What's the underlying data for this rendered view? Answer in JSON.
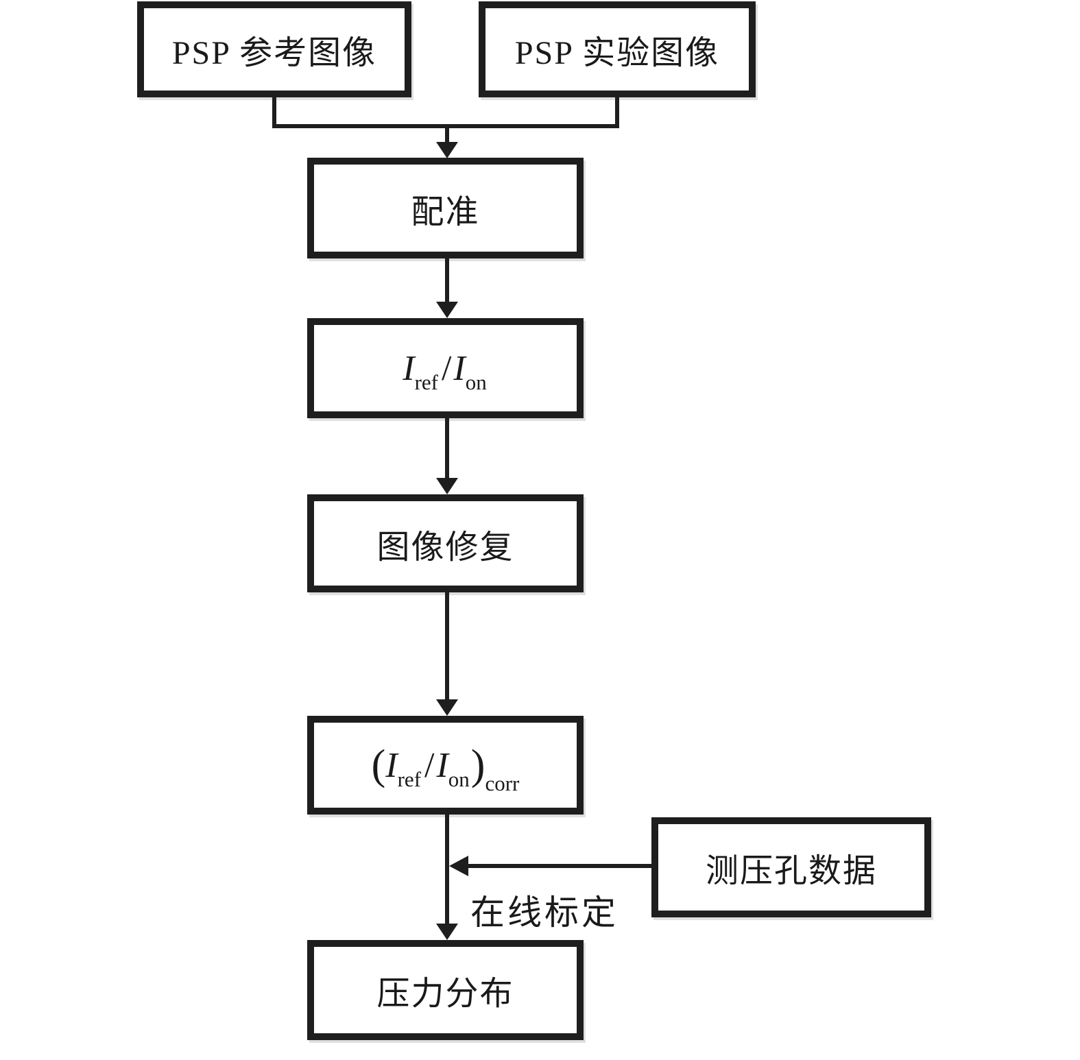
{
  "diagram": {
    "title": "PSP image processing flowchart",
    "colors": {
      "line": "#1e1e1e",
      "text": "#1a1a1a",
      "background": "#ffffff"
    },
    "nodes": {
      "psp_reference": {
        "label": "PSP 参考图像"
      },
      "psp_experiment": {
        "label": "PSP 实验图像"
      },
      "registration": {
        "label": "配准"
      },
      "intensity_ratio": {
        "base1": "I",
        "sub1": "ref",
        "divider": "/",
        "base2": "I",
        "sub2": "on"
      },
      "image_inpainting": {
        "label": "图像修复"
      },
      "corrected_ratio": {
        "open_paren": "(",
        "base1": "I",
        "sub1": "ref",
        "divider": "/",
        "base2": "I",
        "sub2": "on",
        "close_paren": ")",
        "outer_sub": "corr"
      },
      "pressure_tap_data": {
        "label": "测压孔数据"
      },
      "pressure_distribution": {
        "label": "压力分布"
      }
    },
    "edge_labels": {
      "online_calibration": {
        "label": "在线标定"
      }
    }
  }
}
